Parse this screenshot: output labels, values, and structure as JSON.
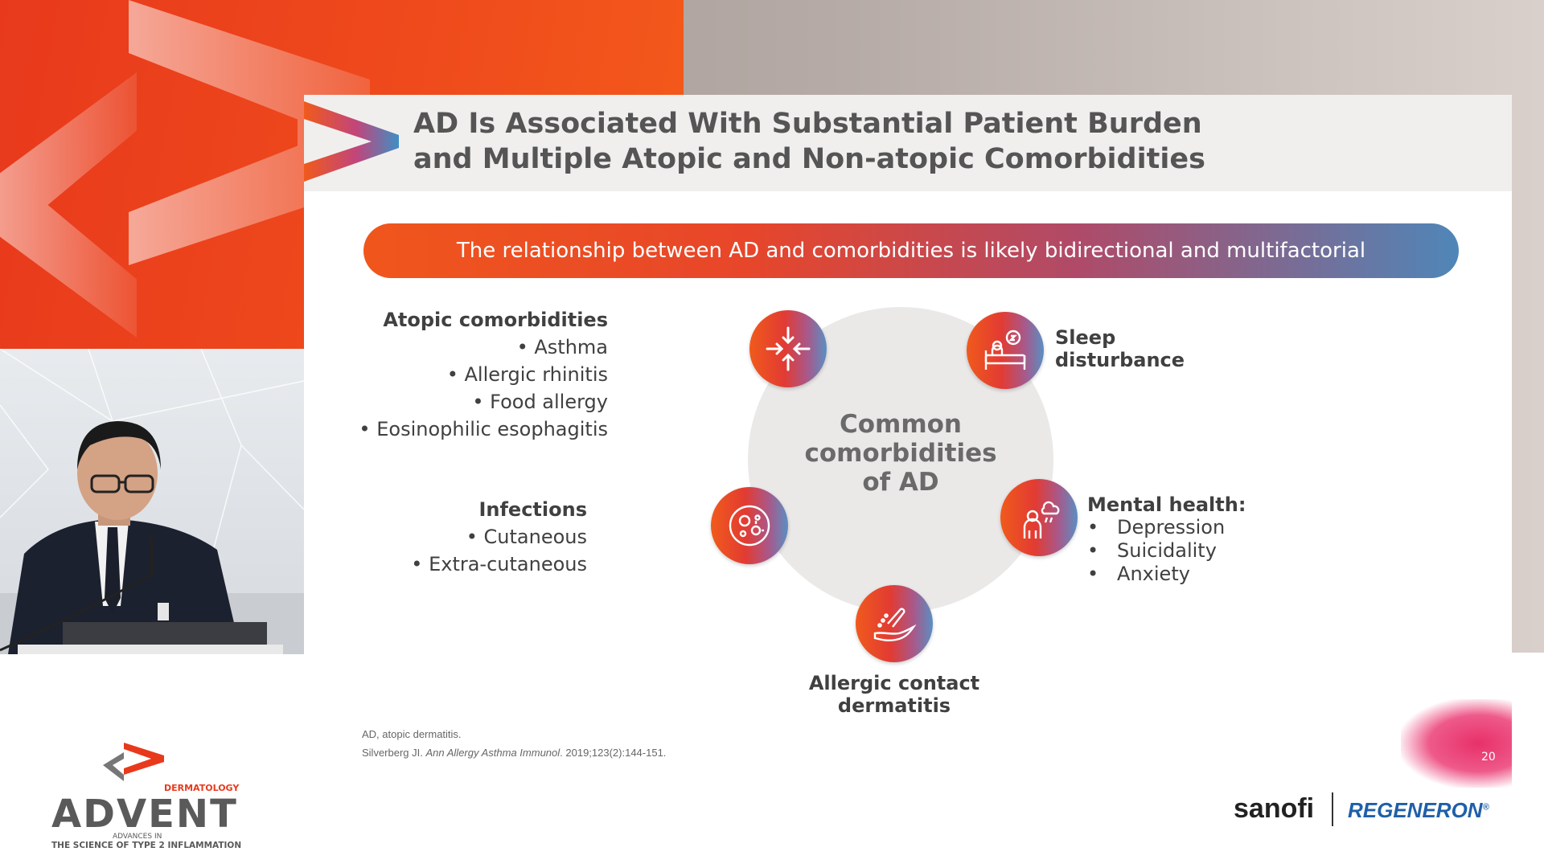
{
  "slide": {
    "title": "AD Is Associated With Substantial Patient Burden\nand Multiple Atopic and Non-atopic Comorbidities",
    "banner": "The relationship between AD and comorbidities is likely bidirectional and multifactorial",
    "center_label": "Common\ncomorbidities\nof AD",
    "atopic": {
      "title": "Atopic comorbidities",
      "items": [
        "Asthma",
        "Allergic rhinitis",
        "Food allergy",
        "Eosinophilic esophagitis"
      ]
    },
    "sleep": {
      "line1": "Sleep",
      "line2": "disturbance"
    },
    "infections": {
      "title": "Infections",
      "items": [
        "Cutaneous",
        "Extra-cutaneous"
      ]
    },
    "mental": {
      "title": "Mental health:",
      "items": [
        "Depression",
        "Suicidality",
        "Anxiety"
      ]
    },
    "contact": {
      "line1": "Allergic contact",
      "line2": "dermatitis"
    },
    "footnote_abbrev": "AD, atopic dermatitis.",
    "footnote_ref_author": "Silverberg JI. ",
    "footnote_ref_journal": "Ann Allergy Asthma Immunol",
    "footnote_ref_rest": ". 2019;123(2):144-151.",
    "page_number": "20",
    "icons": [
      "arrows-converge-icon",
      "sleep-bed-icon",
      "microbe-icon",
      "rain-cloud-person-icon",
      "hand-allergen-icon"
    ]
  },
  "conference_logo": {
    "word": "ADVENT",
    "dermatology": "DERMATOLOGY",
    "tagline_top": "ADVANCES IN",
    "tagline_bottom": "THE SCIENCE OF TYPE 2 INFLAMMATION"
  },
  "sponsors": {
    "left": "sanofi",
    "right": "REGENERON",
    "right_mark": "®"
  },
  "colors": {
    "orange": "#f0561c",
    "blue": "#4f86b8",
    "accent_red": "#e8391c"
  }
}
